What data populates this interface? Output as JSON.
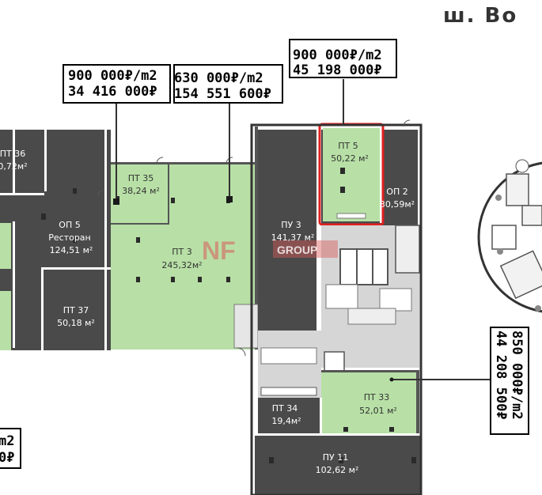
{
  "street": "ш. Во",
  "watermark": {
    "brand": "NF",
    "suffix": "GROUP"
  },
  "colors": {
    "dark_unit": "#4a4a4a",
    "green_unit": "#b8e0a6",
    "common_area": "#d6d6d6",
    "highlight": "#e02020"
  },
  "rooms": [
    {
      "id": "pt36",
      "name": "ПТ 36",
      "area": "0,72м²"
    },
    {
      "id": "op5",
      "name": "ОП 5",
      "subname": "Ресторан",
      "area": "124,51 м²"
    },
    {
      "id": "pt37",
      "name": "ПТ 37",
      "area": "50,18 м²"
    },
    {
      "id": "pt35",
      "name": "ПТ 35",
      "area": "38,24 м²"
    },
    {
      "id": "pt3",
      "name": "ПТ 3",
      "area": "245,32м²"
    },
    {
      "id": "pu3",
      "name": "ПУ 3",
      "area": "141,37 м²"
    },
    {
      "id": "pt5",
      "name": "ПТ 5",
      "area": "50,22 м²"
    },
    {
      "id": "op2",
      "name": "ОП 2",
      "area": "30,59м²"
    },
    {
      "id": "pt33",
      "name": "ПТ 33",
      "area": "52,01 м²"
    },
    {
      "id": "pt34",
      "name": "ПТ 34",
      "area": "19,4м²"
    },
    {
      "id": "pu11",
      "name": "ПУ 11",
      "area": "102,62 м²"
    }
  ],
  "price_boxes": [
    {
      "id": "box-left",
      "per_m2": "900 000₽/m2",
      "total": "34 416 000₽"
    },
    {
      "id": "box-mid",
      "per_m2": "630 000₽/m2",
      "total": "154 551 600₽"
    },
    {
      "id": "box-right",
      "per_m2": "900 000₽/m2",
      "total": "45 198 000₽"
    },
    {
      "id": "box-vertical",
      "per_m2": "850 000₽/m2",
      "total": "44 208 500₽"
    },
    {
      "id": "box-bottom-left",
      "per_m2": "m2",
      "total": "0₽"
    }
  ]
}
